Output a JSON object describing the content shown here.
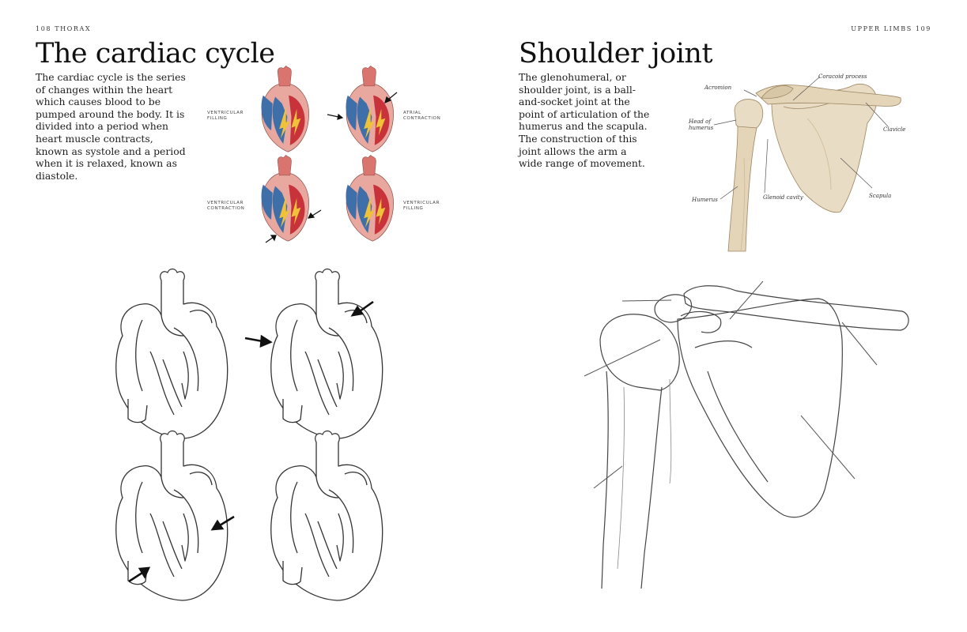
{
  "left_page": {
    "running_head": "108 THORAX",
    "title": "The cardiac cycle",
    "body": "The cardiac cycle is the series of changes within the heart which causes blood to be pumped around the body. It is divided into a period when heart muscle contracts, known as systole and a period when it is relaxed, known as diastole.",
    "stage_labels": {
      "ventricular_filling_1": "VENTRICULAR FILLING",
      "atrial_contraction": "ATRIAL CONTRACTION",
      "ventricular_contraction": "VENTRICULAR CONTRACTION",
      "ventricular_filling_2": "VENTRICULAR FILLING"
    }
  },
  "right_page": {
    "running_head": "UPPER LIMBS 109",
    "title": "Shoulder joint",
    "body": "The glenohumeral, or shoulder joint, is a ball-and-socket joint at the point of articulation of the humerus and the scapula. The construction of this joint allows the arm a wide range of movement.",
    "labels": {
      "acromion": "Acromion",
      "coracoid_process": "Coracoid process",
      "head_of_humerus": "Head of humerus",
      "clavicle": "Clavicle",
      "humerus": "Humerus",
      "glenoid_cavity": "Glenoid cavity",
      "scapula": "Scapula"
    }
  },
  "colors": {
    "heart_red": "#c8323a",
    "heart_pink": "#e8a79f",
    "heart_blue": "#3f6fa8",
    "heart_yellow": "#f0c23a",
    "bone_fill": "#e9dcc4",
    "bone_shade": "#cdb995",
    "outline": "#555555"
  }
}
